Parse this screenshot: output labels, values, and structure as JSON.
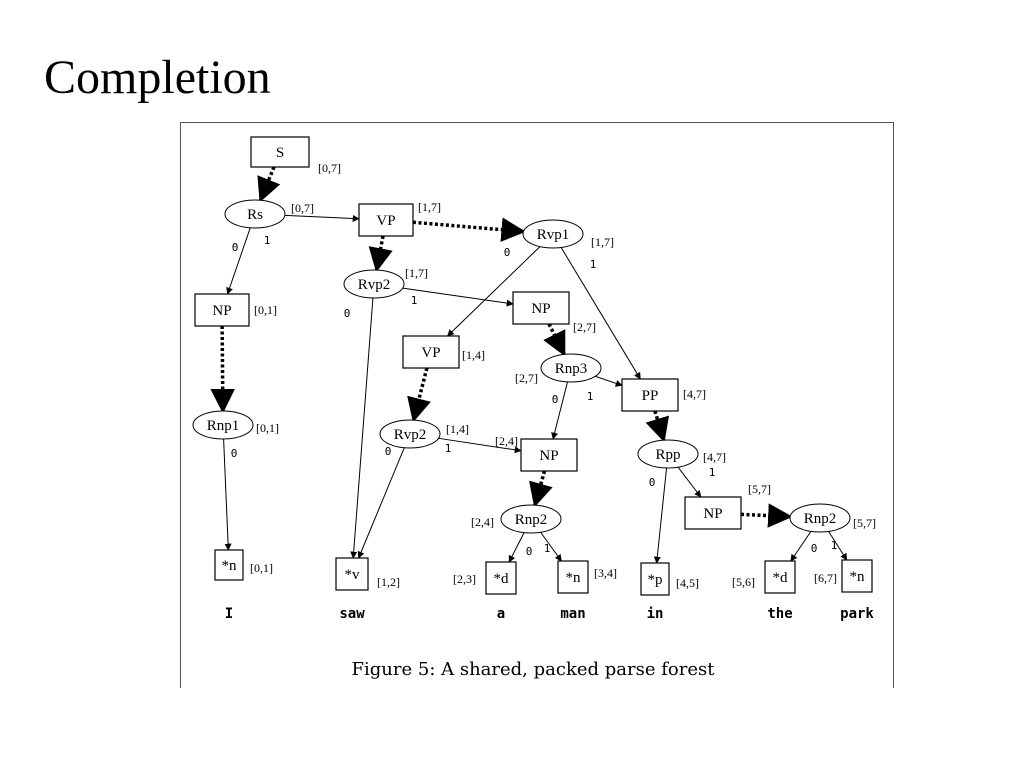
{
  "title": "Completion",
  "figure": {
    "caption": "Figure 5: A shared, packed parse forest",
    "nodes": [
      {
        "id": "S",
        "shape": "box",
        "label": "S",
        "span": "[0,7]"
      },
      {
        "id": "Rs",
        "shape": "ellipse",
        "label": "Rs",
        "span": "[0,7]"
      },
      {
        "id": "VP1",
        "shape": "box",
        "label": "VP",
        "span": "[1,7]"
      },
      {
        "id": "Rvp1",
        "shape": "ellipse",
        "label": "Rvp1",
        "span": "[1,7]"
      },
      {
        "id": "NP1",
        "shape": "box",
        "label": "NP",
        "span": "[0,1]"
      },
      {
        "id": "Rvp2a",
        "shape": "ellipse",
        "label": "Rvp2",
        "span": "[1,7]"
      },
      {
        "id": "NP2",
        "shape": "box",
        "label": "NP",
        "span": "[2,7]"
      },
      {
        "id": "VP2",
        "shape": "box",
        "label": "VP",
        "span": "[1,4]"
      },
      {
        "id": "Rnp3",
        "shape": "ellipse",
        "label": "Rnp3",
        "span": "[2,7]"
      },
      {
        "id": "PP",
        "shape": "box",
        "label": "PP",
        "span": "[4,7]"
      },
      {
        "id": "Rnp1",
        "shape": "ellipse",
        "label": "Rnp1",
        "span": "[0,1]"
      },
      {
        "id": "Rvp2b",
        "shape": "ellipse",
        "label": "Rvp2",
        "span": "[1,4]"
      },
      {
        "id": "NP3",
        "shape": "box",
        "label": "NP",
        "span": "[2,4]"
      },
      {
        "id": "Rpp",
        "shape": "ellipse",
        "label": "Rpp",
        "span": "[4,7]"
      },
      {
        "id": "Rnp2a",
        "shape": "ellipse",
        "label": "Rnp2",
        "span": "[2,4]"
      },
      {
        "id": "NP4",
        "shape": "box",
        "label": "NP",
        "span": "[5,7]"
      },
      {
        "id": "Rnp2b",
        "shape": "ellipse",
        "label": "Rnp2",
        "span": "[5,7]"
      },
      {
        "id": "n1",
        "shape": "box",
        "label": "*n",
        "span": "[0,1]"
      },
      {
        "id": "v1",
        "shape": "box",
        "label": "*v",
        "span": "[1,2]"
      },
      {
        "id": "d1",
        "shape": "box",
        "label": "*d",
        "span": "[2,3]"
      },
      {
        "id": "n2",
        "shape": "box",
        "label": "*n",
        "span": "[3,4]"
      },
      {
        "id": "p1",
        "shape": "box",
        "label": "*p",
        "span": "[4,5]"
      },
      {
        "id": "d2",
        "shape": "box",
        "label": "*d",
        "span": "[5,6]"
      },
      {
        "id": "n3",
        "shape": "box",
        "label": "*n",
        "span": "[6,7]"
      }
    ],
    "edges": [
      {
        "from": "S",
        "to": "Rs",
        "style": "dotted"
      },
      {
        "from": "Rs",
        "to": "NP1",
        "style": "solid",
        "label": "0"
      },
      {
        "from": "Rs",
        "to": "VP1",
        "style": "solid",
        "label": "1"
      },
      {
        "from": "VP1",
        "to": "Rvp1",
        "style": "dotted"
      },
      {
        "from": "VP1",
        "to": "Rvp2a",
        "style": "dotted"
      },
      {
        "from": "Rvp1",
        "to": "VP2",
        "style": "solid",
        "label": "0"
      },
      {
        "from": "Rvp1",
        "to": "PP",
        "style": "solid",
        "label": "1"
      },
      {
        "from": "Rvp2a",
        "to": "v1",
        "style": "solid",
        "label": "0"
      },
      {
        "from": "Rvp2a",
        "to": "NP2",
        "style": "solid",
        "label": "1"
      },
      {
        "from": "NP1",
        "to": "Rnp1",
        "style": "dotted"
      },
      {
        "from": "NP2",
        "to": "Rnp3",
        "style": "dotted"
      },
      {
        "from": "VP2",
        "to": "Rvp2b",
        "style": "dotted"
      },
      {
        "from": "Rnp3",
        "to": "NP3",
        "style": "solid",
        "label": "0"
      },
      {
        "from": "Rnp3",
        "to": "PP",
        "style": "solid",
        "label": "1"
      },
      {
        "from": "PP",
        "to": "Rpp",
        "style": "dotted"
      },
      {
        "from": "Rnp1",
        "to": "n1",
        "style": "solid",
        "label": "0"
      },
      {
        "from": "Rvp2b",
        "to": "v1",
        "style": "solid",
        "label": "0"
      },
      {
        "from": "Rvp2b",
        "to": "NP3",
        "style": "solid",
        "label": "1"
      },
      {
        "from": "NP3",
        "to": "Rnp2a",
        "style": "dotted"
      },
      {
        "from": "Rpp",
        "to": "p1",
        "style": "solid",
        "label": "0"
      },
      {
        "from": "Rpp",
        "to": "NP4",
        "style": "solid",
        "label": "1"
      },
      {
        "from": "NP4",
        "to": "Rnp2b",
        "style": "dotted"
      },
      {
        "from": "Rnp2a",
        "to": "d1",
        "style": "solid",
        "label": "0"
      },
      {
        "from": "Rnp2a",
        "to": "n2",
        "style": "solid",
        "label": "1"
      },
      {
        "from": "Rnp2b",
        "to": "d2",
        "style": "solid",
        "label": "0"
      },
      {
        "from": "Rnp2b",
        "to": "n3",
        "style": "solid",
        "label": "1"
      }
    ],
    "words": [
      {
        "node": "n1",
        "text": "I"
      },
      {
        "node": "v1",
        "text": "saw"
      },
      {
        "node": "d1",
        "text": "a"
      },
      {
        "node": "n2",
        "text": "man"
      },
      {
        "node": "p1",
        "text": "in"
      },
      {
        "node": "d2",
        "text": "the"
      },
      {
        "node": "n3",
        "text": "park"
      }
    ]
  }
}
